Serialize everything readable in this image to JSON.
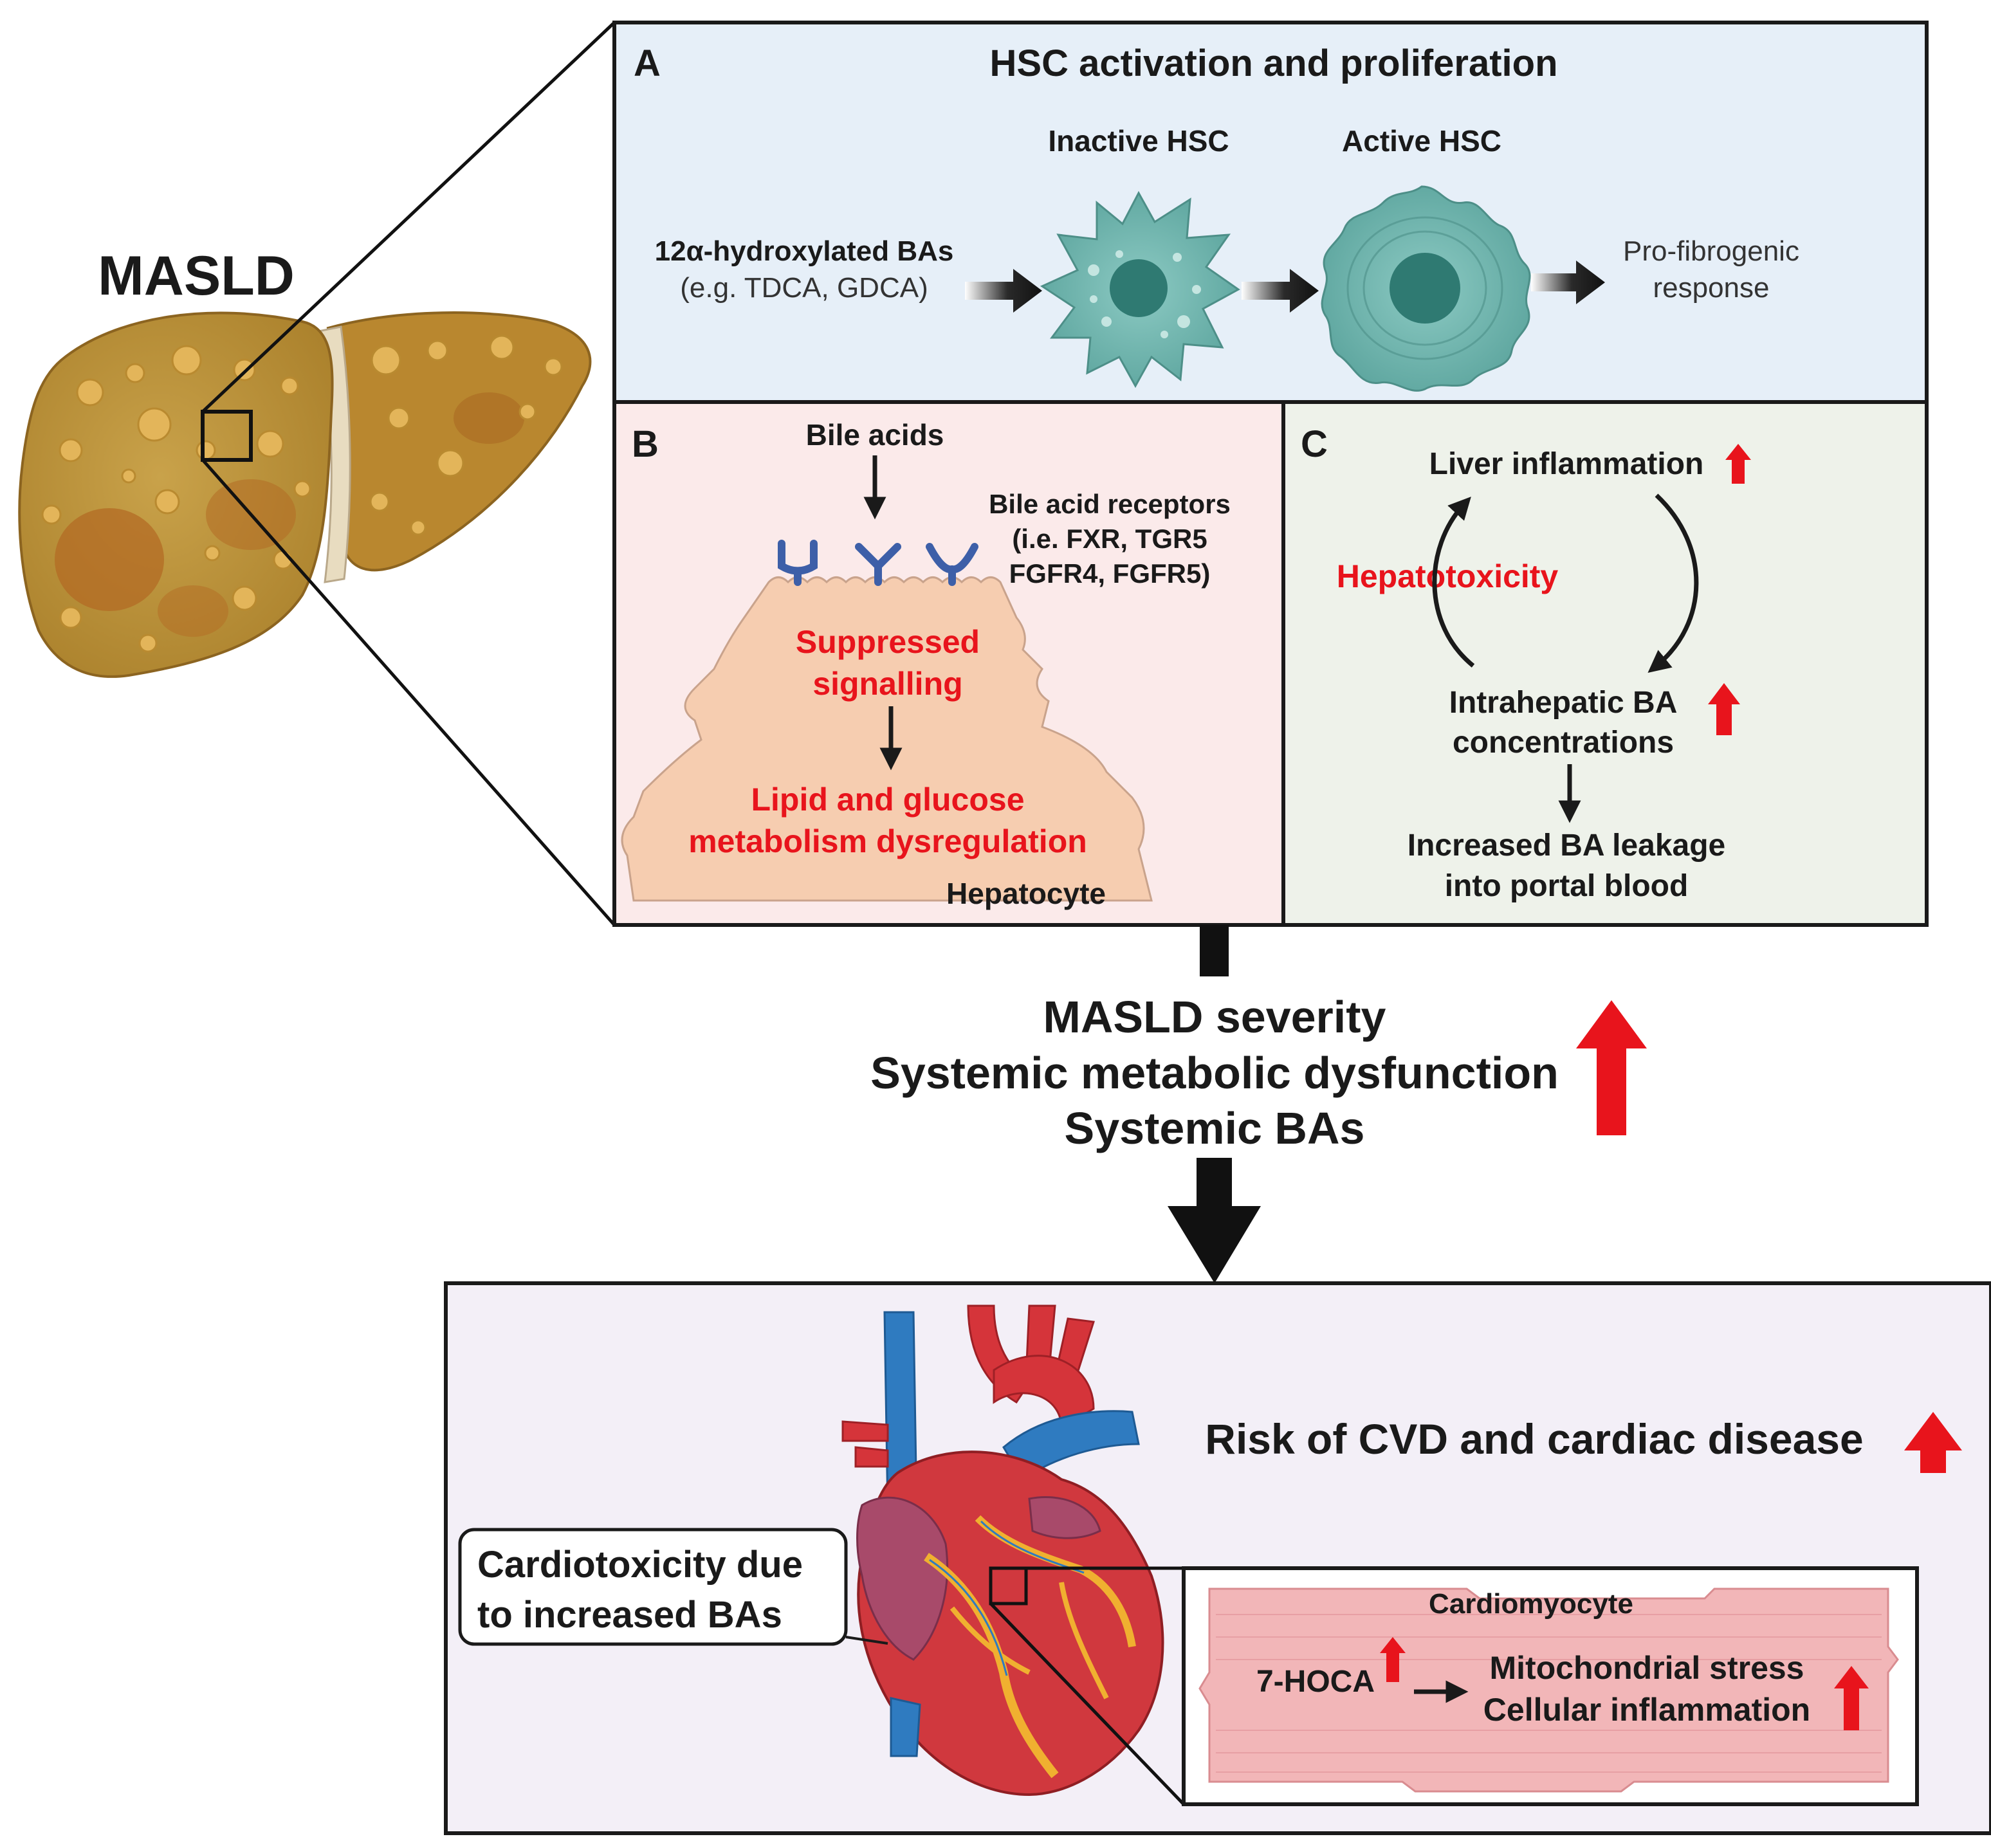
{
  "liver": {
    "title": "MASLD"
  },
  "panel_a": {
    "letter": "A",
    "title": "HSC activation and proliferation",
    "input_line1": "12α-hydroxylated BAs",
    "input_line2": "(e.g. TDCA, GDCA)",
    "inactive_label": "Inactive HSC",
    "active_label": "Active HSC",
    "output_line1": "Pro-fibrogenic",
    "output_line2": "response"
  },
  "panel_b": {
    "letter": "B",
    "bile_acids": "Bile acids",
    "receptors_line1": "Bile acid receptors",
    "receptors_line2": "(i.e. FXR, TGR5",
    "receptors_line3": "FGFR4, FGFR5)",
    "suppressed_line1": "Suppressed",
    "suppressed_line2": "signalling",
    "dysreg_line1": "Lipid and glucose",
    "dysreg_line2": "metabolism dysregulation",
    "cell_label": "Hepatocyte"
  },
  "panel_c": {
    "letter": "C",
    "inflammation": "Liver inflammation",
    "hepatotoxicity": "Hepatotoxicity",
    "ba_line1": "Intrahepatic BA",
    "ba_line2": "concentrations",
    "leak_line1": "Increased BA leakage",
    "leak_line2": "into portal blood"
  },
  "middle": {
    "line1": "MASLD severity",
    "line2": "Systemic metabolic dysfunction",
    "line3": "Systemic BAs"
  },
  "bottom": {
    "risk": "Risk of CVD and cardiac disease",
    "cardiotox_line1": "Cardiotoxicity due",
    "cardiotox_line2": "to increased BAs",
    "cell_title": "Cardiomyocyte",
    "hoca": "7-HOCA",
    "effect_line1": "Mitochondrial stress",
    "effect_line2": "Cellular inflammation"
  },
  "colors": {
    "panel_a_bg": "#e6eff8",
    "panel_b_bg": "#fbeaea",
    "panel_c_bg": "#eef2ea",
    "bottom_bg": "#f3eff7",
    "highlight_red": "#e8141c",
    "liver": "#c99a3a",
    "hsc": "#6fb3ac",
    "hepatocyte": "#f6cdb0",
    "cardiomyocyte": "#f2b6b8"
  }
}
